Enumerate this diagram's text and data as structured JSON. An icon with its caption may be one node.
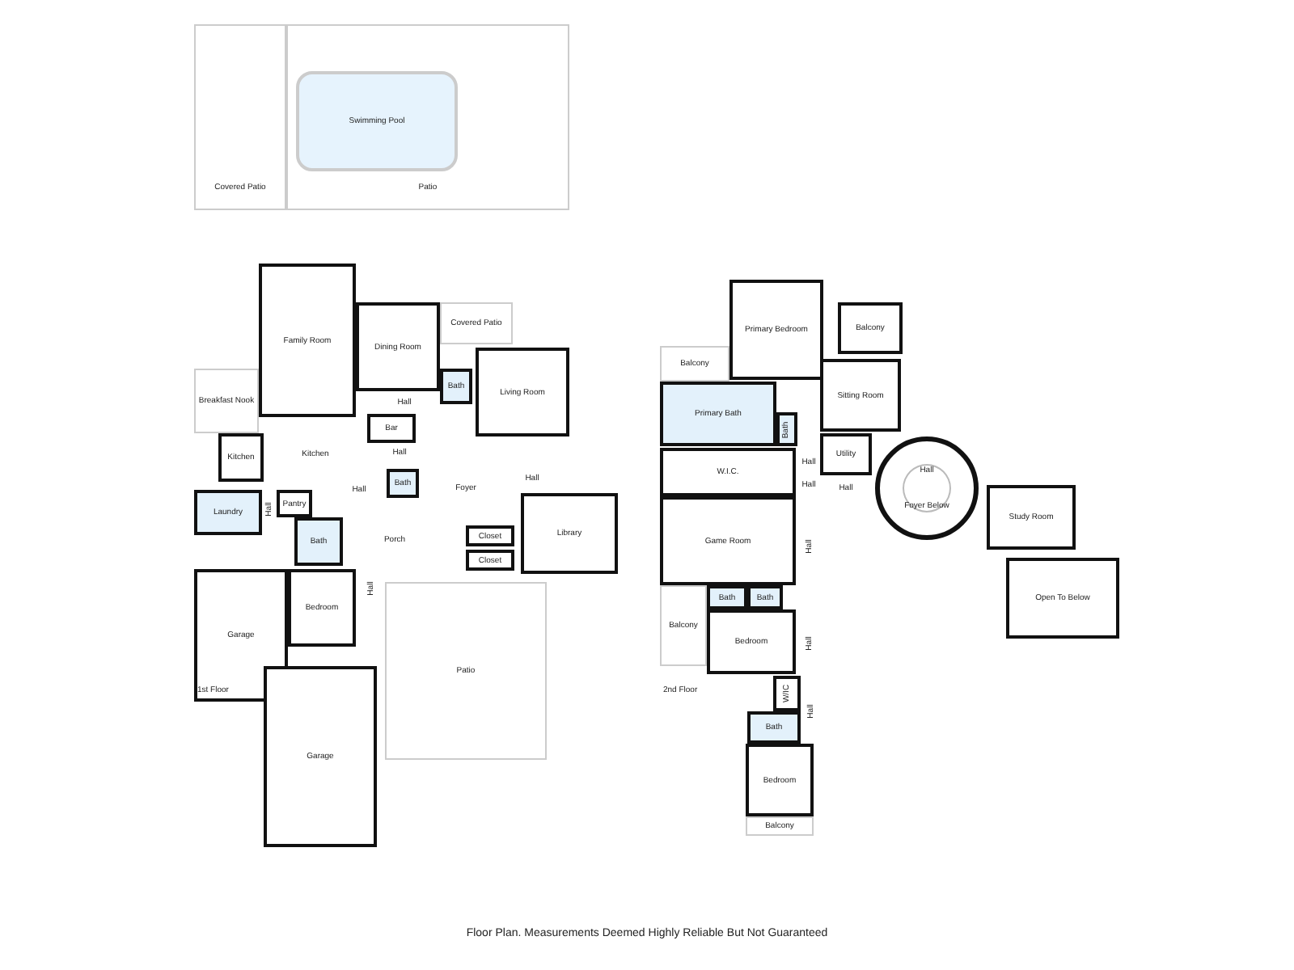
{
  "diagram": {
    "caption": "Floor Plan. Measurements Deemed Highly Reliable But Not Guaranteed",
    "nodes": [
      {
        "text": [
          "Covered Patio"
        ]
      },
      {
        "text": [
          "Patio"
        ]
      },
      {
        "text": [
          "Swimming Pool"
        ],
        "in": 1
      },
      {
        "text": [
          "Family Room"
        ]
      },
      {
        "text": [
          "Dining Room"
        ]
      },
      {
        "text": [
          "Covered Patio"
        ]
      },
      {
        "text": [
          "Breakfast Nook"
        ]
      },
      {
        "text": [
          "Hall"
        ]
      },
      {
        "text": [
          "Bar"
        ]
      },
      {
        "text": [
          "Kitchen"
        ]
      },
      {
        "text": [
          "Kitchen"
        ]
      },
      {
        "text": [
          "Hall"
        ]
      },
      {
        "text": [
          "Bath"
        ]
      },
      {
        "text": [
          "Living Room"
        ]
      },
      {
        "text": [
          "Bath"
        ]
      },
      {
        "text": [
          "Foyer"
        ]
      },
      {
        "text": [
          "Laundry"
        ]
      },
      {
        "text": [
          "Pantry"
        ]
      },
      {
        "text": [
          "Hall"
        ]
      },
      {
        "text": [
          "Hall"
        ]
      },
      {
        "text": [
          "Bath"
        ]
      },
      {
        "text": [
          "Porch"
        ]
      },
      {
        "text": [
          "Hall"
        ]
      },
      {
        "text": [
          "Closet"
        ]
      },
      {
        "text": [
          "Closet"
        ]
      },
      {
        "text": [
          "Hall"
        ]
      },
      {
        "text": [
          "Library"
        ]
      },
      {
        "text": [
          "Garage"
        ]
      },
      {
        "text": [
          "Bedroom"
        ]
      },
      {
        "text": [
          "Patio"
        ]
      },
      {
        "text": [
          "Garage"
        ]
      },
      {
        "text": [
          "Primary Bedroom"
        ]
      },
      {
        "text": [
          "Balcony"
        ]
      },
      {
        "text": [
          "Balcony"
        ]
      },
      {
        "text": [
          "Primary Bath"
        ]
      },
      {
        "text": [
          "Sitting Room"
        ]
      },
      {
        "text": [
          "Bath"
        ]
      },
      {
        "text": [
          "Utility"
        ]
      },
      {
        "text": [
          "Hall"
        ]
      },
      {
        "text": [
          "W.I.C."
        ]
      },
      {
        "text": [
          "Hall"
        ]
      },
      {
        "text": [
          "Hall"
        ]
      },
      {
        "text": [
          "Hall",
          "Foyer Below"
        ]
      },
      {
        "text": [
          "Game Room"
        ]
      },
      {
        "text": [
          "Hall"
        ]
      },
      {
        "text": [
          "Balcony"
        ]
      },
      {
        "text": [
          "Bath"
        ]
      },
      {
        "text": [
          "Bath"
        ]
      },
      {
        "text": [
          "Bedroom"
        ]
      },
      {
        "text": [
          "Hall"
        ]
      },
      {
        "text": [
          "W/IC"
        ]
      },
      {
        "text": [
          "Hall"
        ]
      },
      {
        "text": [
          "Bath"
        ]
      },
      {
        "text": [
          "Bedroom"
        ]
      },
      {
        "text": [
          "Balcony"
        ]
      },
      {
        "text": [
          "Study Room"
        ]
      },
      {
        "text": [
          "Open To Below"
        ]
      }
    ],
    "labels": [
      "1st Floor",
      "2nd Floor"
    ]
  }
}
